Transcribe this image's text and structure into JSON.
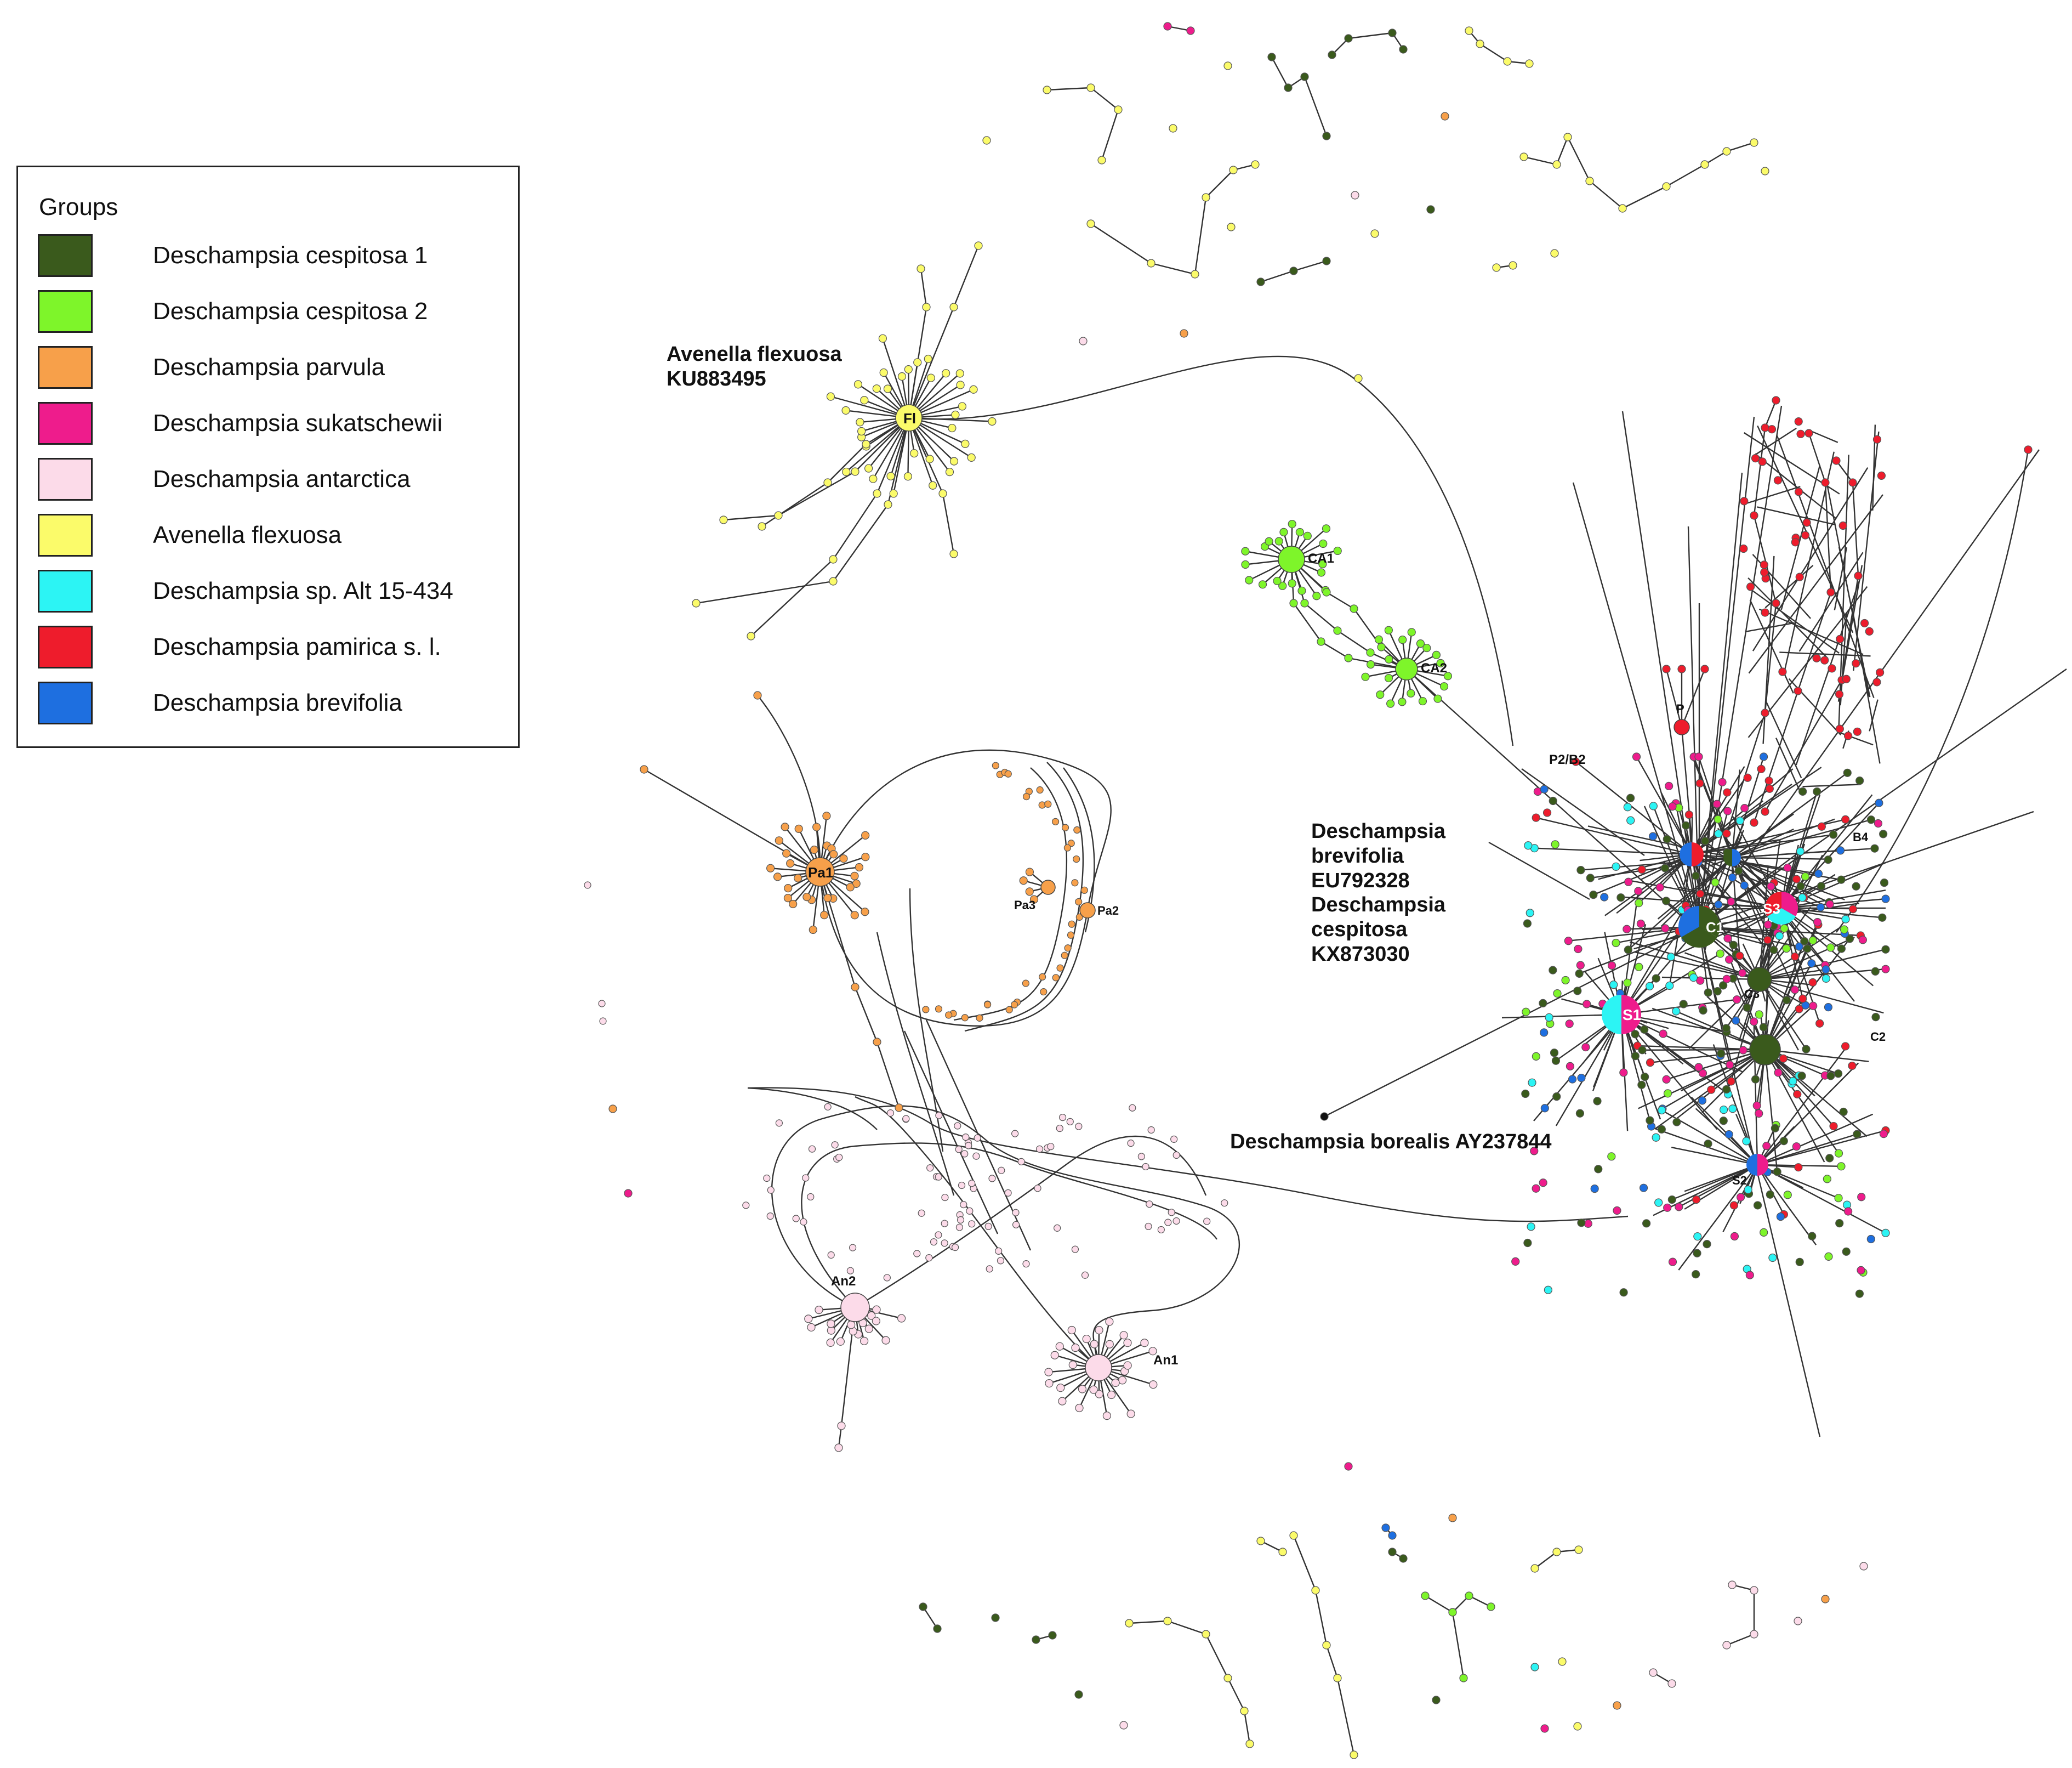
{
  "legend": {
    "title": "Groups",
    "items": [
      {
        "label": "Deschampsia cespitosa 1",
        "color": "#3a5a1c"
      },
      {
        "label": "Deschampsia cespitosa 2",
        "color": "#7ef52a"
      },
      {
        "label": "Deschampsia parvula",
        "color": "#f7a04a"
      },
      {
        "label": "Deschampsia sukatschewii",
        "color": "#ee1c8c"
      },
      {
        "label": "Deschampsia antarctica",
        "color": "#fcdbe9"
      },
      {
        "label": "Avenella flexuosa",
        "color": "#fbfb6a"
      },
      {
        "label": "Deschampsia sp. Alt 15-434",
        "color": "#2cf4f4"
      },
      {
        "label": "Deschampsia pamirica s. l.",
        "color": "#ee1c2c"
      },
      {
        "label": "Deschampsia brevifolia",
        "color": "#1e6fe0"
      }
    ]
  },
  "annotations": {
    "avenella": "Avenella flexuosa\nKU883495",
    "brevifolia_cespitosa": "Deschampsia\nbrevifolia\nEU792328\nDeschampsia\ncespitosa\nKX873030",
    "borealis": "Deschampsia borealis AY237844",
    "p2b2": "P2/B2"
  },
  "hub_labels": {
    "Fl": "Fl",
    "CA1": "CA1",
    "CA2": "CA2",
    "Pa1": "Pa1",
    "Pa2": "Pa2",
    "Pa3": "Pa3",
    "An1": "An1",
    "An2": "An2",
    "P": "P",
    "B4": "B4",
    "C1": "C1",
    "C2": "C2",
    "C3": "C3",
    "S1": "S1",
    "S2": "S2",
    "S3": "S3"
  }
}
